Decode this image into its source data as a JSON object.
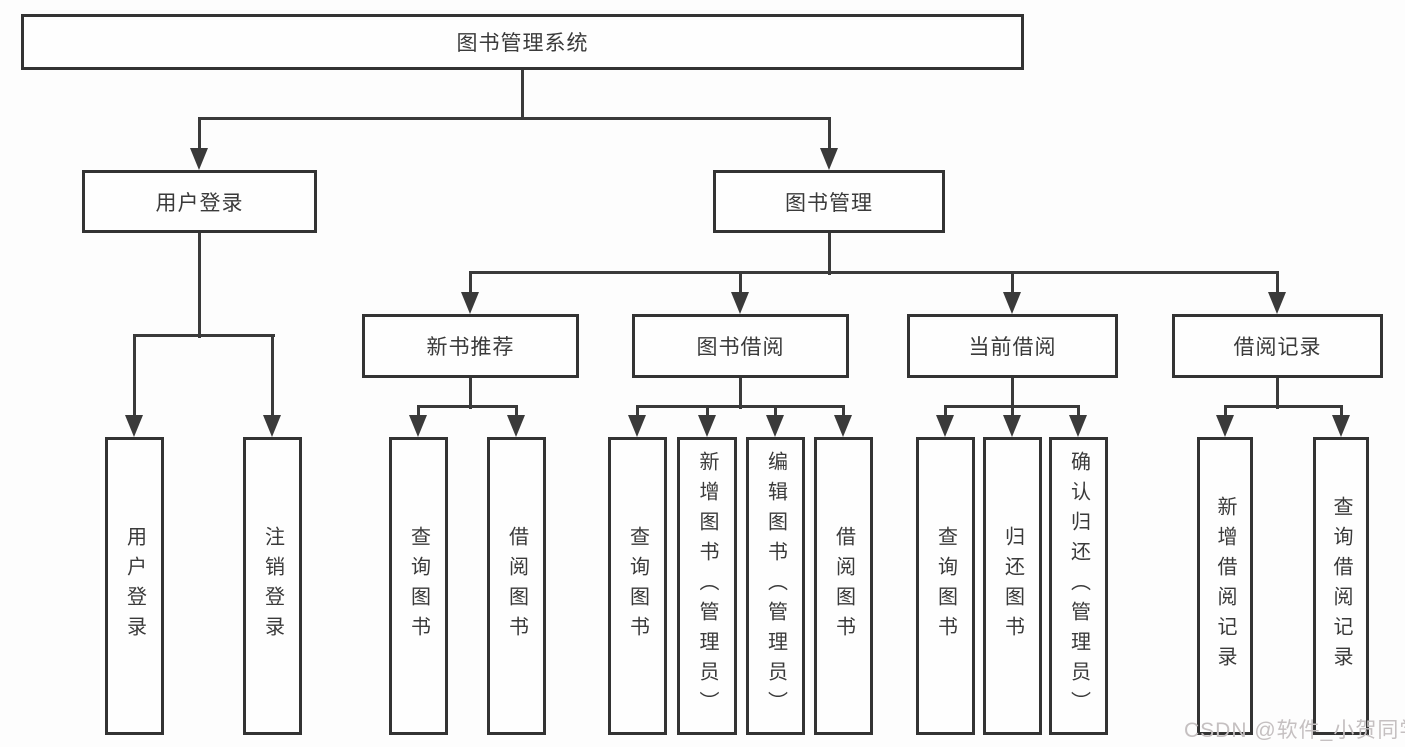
{
  "diagram": {
    "title_root": "图书管理系统",
    "branches": [
      {
        "label": "用户登录",
        "children": [
          "用户登录",
          "注销登录"
        ]
      },
      {
        "label": "图书管理",
        "groups": [
          {
            "label": "新书推荐",
            "children": [
              "查询图书",
              "借阅图书"
            ]
          },
          {
            "label": "图书借阅",
            "children": [
              "查询图书",
              "新增图书（管理员）",
              "编辑图书（管理员）",
              "借阅图书"
            ]
          },
          {
            "label": "当前借阅",
            "children": [
              "查询图书",
              "归还图书",
              "确认归还（管理员）"
            ]
          },
          {
            "label": "借阅记录",
            "children": [
              "新增借阅记录",
              "查询借阅记录"
            ]
          }
        ]
      }
    ]
  },
  "watermark": {
    "text": "CSDN @软件_小贺同学"
  },
  "colors": {
    "line": "#3a3a3a",
    "box_border": "#333333",
    "box_background": "#fefefe",
    "text": "#3a3a3a",
    "watermark": "#c5c0c1",
    "background": "#fdfdfd"
  }
}
